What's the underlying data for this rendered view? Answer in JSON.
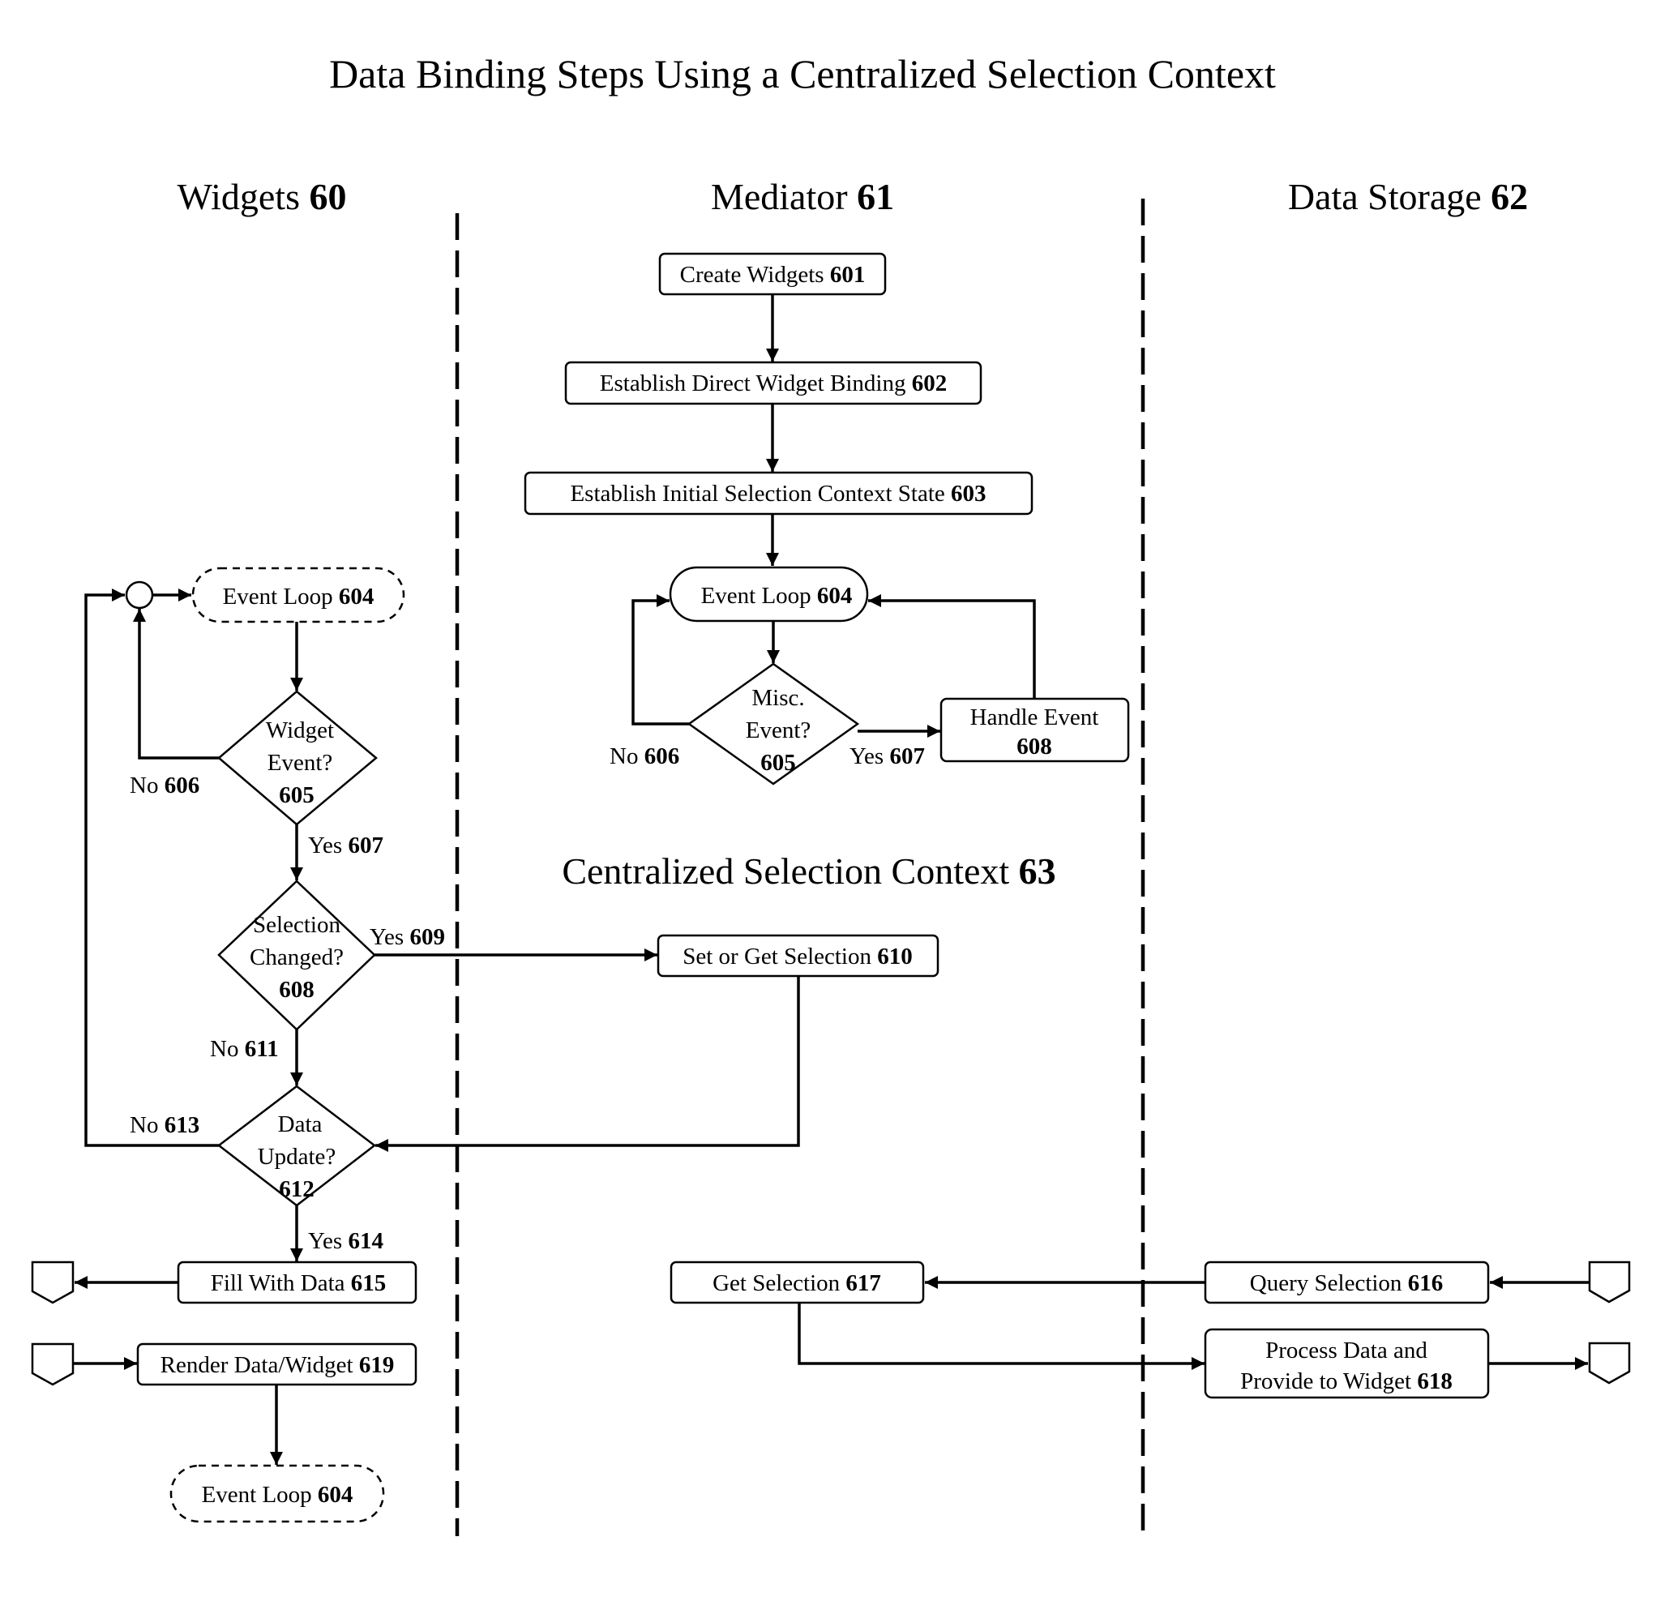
{
  "title": "Data Binding Steps Using a Centralized Selection Context",
  "lanes": [
    {
      "name": "Widgets",
      "number": "60"
    },
    {
      "name": "Mediator",
      "number": "61"
    },
    {
      "name": "Data Storage",
      "number": "62"
    }
  ],
  "sub_heading": {
    "name": "Centralized Selection Context",
    "number": "63"
  },
  "widgets": {
    "event_loop_top": {
      "text": "Event Loop",
      "number": "604"
    },
    "widget_event": {
      "lines": [
        "Widget",
        "Event?"
      ],
      "number": "605"
    },
    "no_606": {
      "text": "No",
      "number": "606"
    },
    "yes_607": {
      "text": "Yes",
      "number": "607"
    },
    "selection_changed": {
      "lines": [
        "Selection",
        "Changed?"
      ],
      "number": "608"
    },
    "yes_609": {
      "text": "Yes",
      "number": "609"
    },
    "no_611": {
      "text": "No",
      "number": "611"
    },
    "data_update": {
      "lines": [
        "Data",
        "Update?"
      ],
      "number": "612"
    },
    "no_613": {
      "text": "No",
      "number": "613"
    },
    "yes_614": {
      "text": "Yes",
      "number": "614"
    },
    "fill_with_data": {
      "text": "Fill With Data",
      "number": "615"
    },
    "render_data": {
      "text": "Render Data/Widget",
      "number": "619"
    },
    "event_loop_bottom": {
      "text": "Event Loop",
      "number": "604"
    }
  },
  "mediator": {
    "create_widgets": {
      "text": "Create Widgets",
      "number": "601"
    },
    "direct_binding": {
      "text": "Establish Direct Widget Binding",
      "number": "602"
    },
    "initial_state": {
      "text": "Establish Initial Selection Context State",
      "number": "603"
    },
    "event_loop": {
      "text": "Event Loop",
      "number": "604"
    },
    "misc_event": {
      "lines": [
        "Misc.",
        "Event?"
      ],
      "number": "605"
    },
    "no_606": {
      "text": "No",
      "number": "606"
    },
    "yes_607": {
      "text": "Yes",
      "number": "607"
    },
    "handle_event": {
      "lines": [
        "Handle Event"
      ],
      "number": "608"
    },
    "set_get_selection": {
      "text": "Set or Get Selection",
      "number": "610"
    },
    "get_selection": {
      "text": "Get Selection",
      "number": "617"
    }
  },
  "storage": {
    "query_selection": {
      "text": "Query Selection",
      "number": "616"
    },
    "process_data": {
      "lines": [
        "Process Data and",
        "Provide to Widget"
      ],
      "number": "618"
    }
  }
}
